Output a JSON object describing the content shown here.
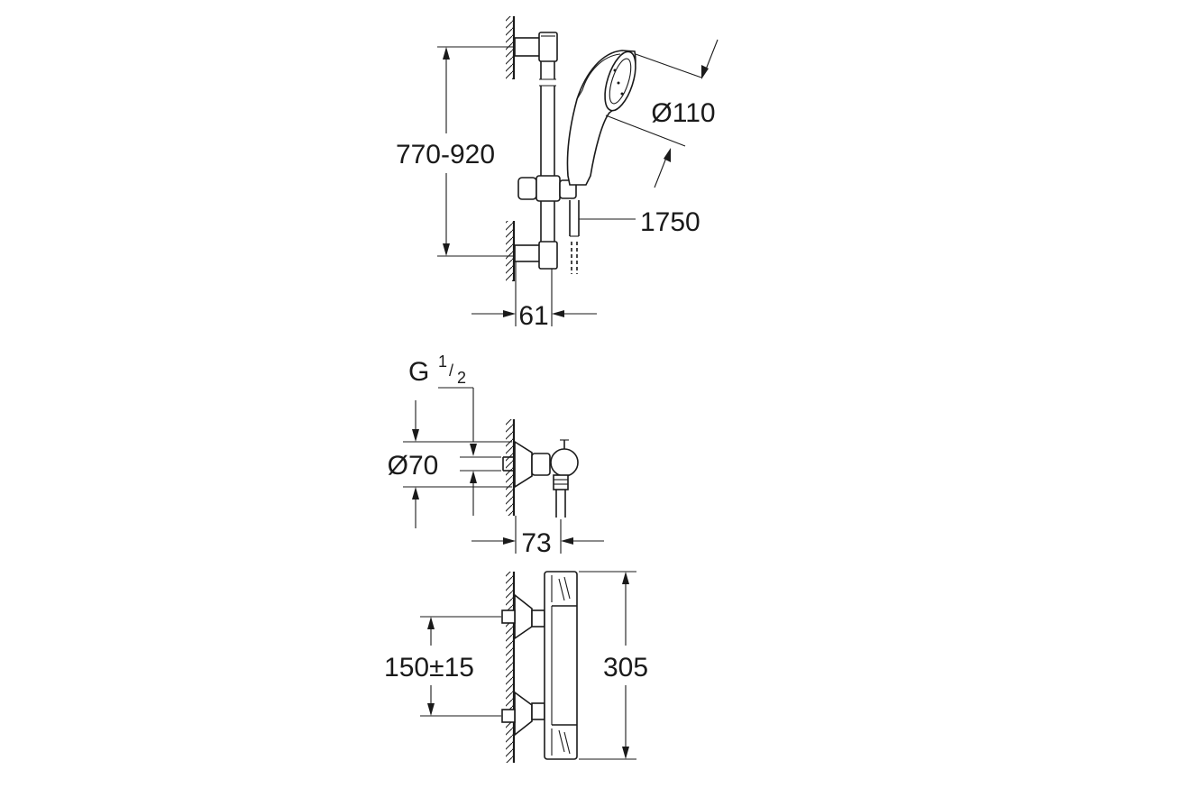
{
  "dimensions": {
    "rail_height": "770-920",
    "head_diameter": "Ø110",
    "hose_length": "1750",
    "rail_projection": "61",
    "thread_main": "G",
    "thread_num": "1",
    "thread_den": "2",
    "escutcheon_diameter": "Ø70",
    "valve_projection": "73",
    "inlet_spacing": "150±15",
    "valve_height": "305"
  }
}
